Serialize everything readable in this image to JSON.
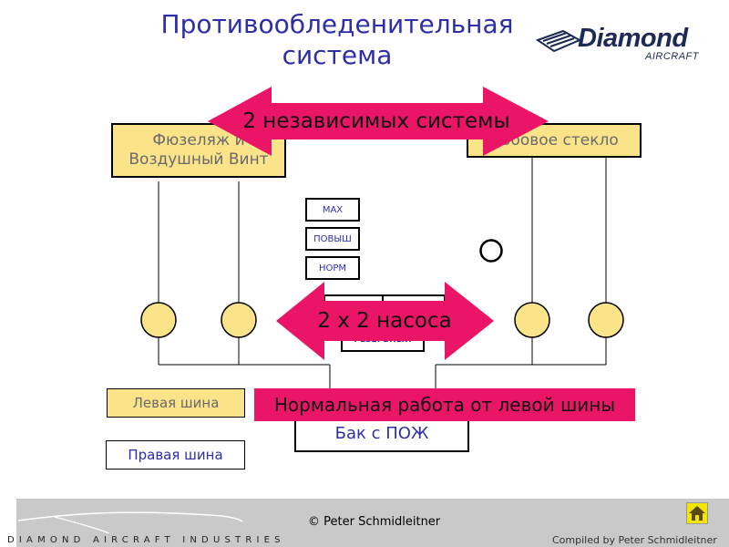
{
  "title": "Противообледенительная система",
  "logo": {
    "main": "Diamond",
    "sub": "AIRCRAFT"
  },
  "consumers": {
    "left": "Фюзеляж и Воздушный Винт",
    "right": "Лобовое стекло"
  },
  "banners": {
    "independent_systems": "2 независимых системы",
    "pumps": "2 x 2 насоса",
    "normal_operation": "Нормальная работа от левой шины"
  },
  "mode_buttons": [
    "MAX",
    "ПОВЫШ",
    "НОРМ"
  ],
  "backup_label": "РЕЗЕРВНЫЙ",
  "buses": {
    "left": "Левая шина",
    "right": "Правая шина"
  },
  "tank": "Бак с ПОЖ",
  "footer": {
    "company": "DIAMOND AIRCRAFT INDUSTRIES",
    "copyright": "© Peter Schmidleitner",
    "compiled": "Compiled by Peter Schmidleitner"
  },
  "colors": {
    "yellow": "#fbe38a",
    "pink": "#ea1566",
    "blue": "#2e2ea8"
  }
}
